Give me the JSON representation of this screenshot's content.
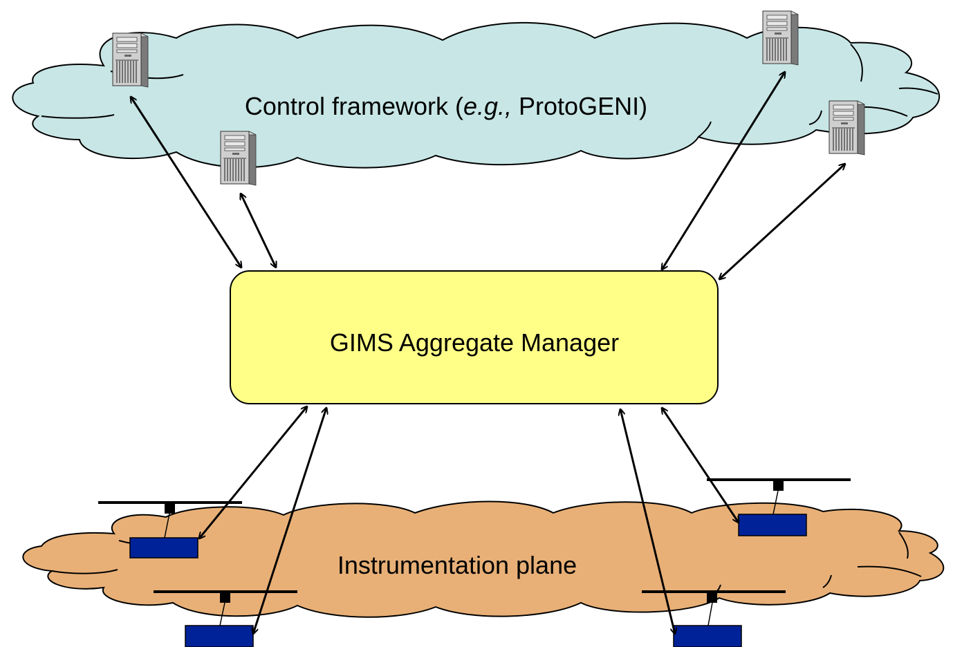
{
  "colors": {
    "control_cloud": "#c8e6e6",
    "instrumentation_cloud": "#e8b077",
    "aggregate_box": "#ffff88",
    "sensor_box": "#002299",
    "stroke": "#000000"
  },
  "control_framework": {
    "label_prefix": "Control framework (",
    "label_italic": "e.g.,",
    "label_suffix": " ProtoGENI)"
  },
  "aggregate_manager": {
    "label": "GIMS Aggregate Manager"
  },
  "instrumentation_plane": {
    "label": "Instrumentation plane"
  },
  "icons": {
    "server": "server-tower-icon",
    "sensor": "sensor-node-icon"
  }
}
